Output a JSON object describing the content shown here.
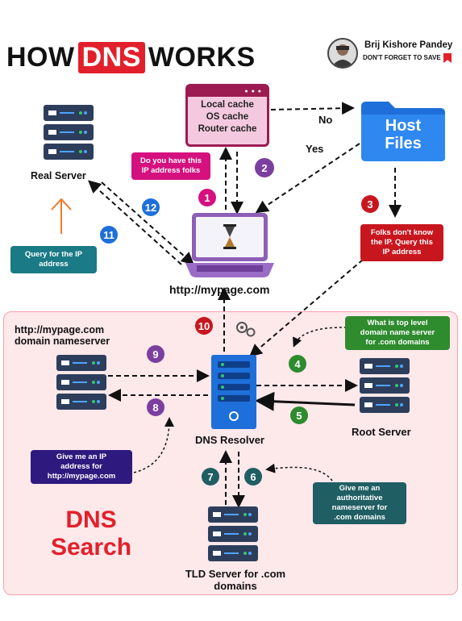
{
  "header": {
    "title_prefix": "HOW",
    "title_highlight": "DNS",
    "title_suffix": "WORKS",
    "author_name": "Brij Kishore Pandey",
    "author_tagline": "DON'T FORGET TO SAVE"
  },
  "nodes": {
    "cache_lines": [
      "Local cache",
      "OS cache",
      "Router cache"
    ],
    "host_files": [
      "Host",
      "Files"
    ],
    "real_server": "Real Server",
    "laptop_label": "http://mypage.com",
    "nameserver_label": [
      "http://mypage.com",
      "domain nameserver"
    ],
    "resolver": "DNS Resolver",
    "root_server": "Root Server",
    "tld_server": [
      "TLD Server for .com",
      "domains"
    ]
  },
  "labels": {
    "no": "No",
    "yes": "Yes"
  },
  "callouts": {
    "ask_cache": [
      "Do you have this",
      "IP address folks"
    ],
    "folks_dont_know": [
      "Folks don't know",
      "the IP. Query this",
      "IP address"
    ],
    "query_ip": [
      "Query for the IP",
      "address"
    ],
    "top_level": [
      "What is top level",
      "domain name server",
      "for .com domains"
    ],
    "authoritative": [
      "Give me an",
      "authoritative",
      "nameserver for",
      ".com domains"
    ],
    "give_ip": [
      "Give me an IP",
      "address for",
      "http://mypage.com"
    ]
  },
  "steps": [
    "1",
    "2",
    "3",
    "4",
    "5",
    "6",
    "7",
    "8",
    "9",
    "10",
    "11",
    "12"
  ],
  "zone_title": [
    "DNS",
    "Search"
  ],
  "colors": {
    "accent_red": "#e2202b",
    "magenta": "#d4117f",
    "purple": "#7b3fa0",
    "green": "#2e8b2e",
    "teal": "#1a7a86",
    "navy": "#2e1a7e",
    "blue": "#1e6fd9",
    "dark_teal": "#1f5e63"
  },
  "icons": [
    "server-icon",
    "laptop-icon",
    "folder-icon",
    "gear-icon",
    "hourglass-icon",
    "bookmark-icon",
    "avatar-icon"
  ]
}
